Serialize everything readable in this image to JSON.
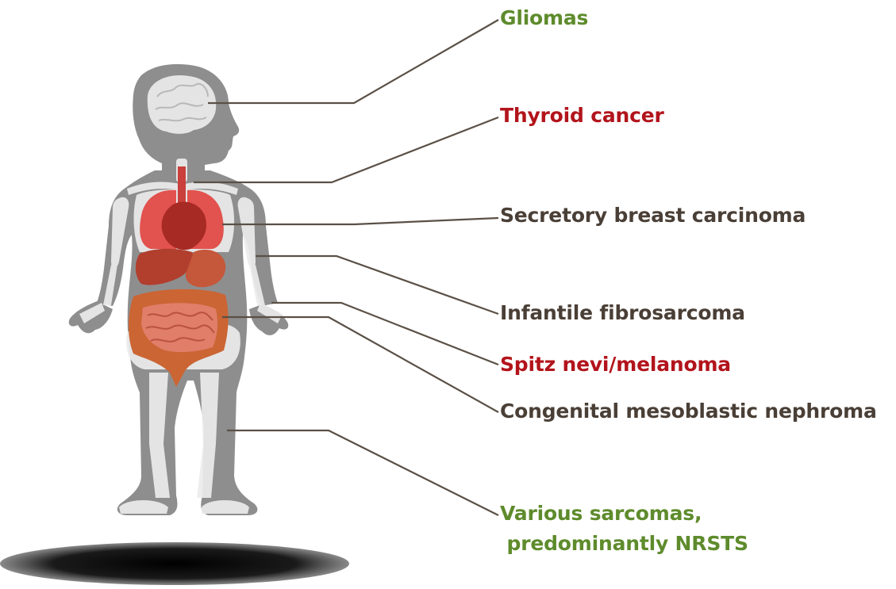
{
  "labels": {
    "gliomas": "Gliomas",
    "thyroid": "Thyroid cancer",
    "breast": "Secretory breast carcinoma",
    "fibrosarcoma": "Infantile fibrosarcoma",
    "spitz": "Spitz nevi/melanoma",
    "nephroma": "Congenital mesoblastic nephroma",
    "sarcomas_line1": "Various sarcomas,",
    "sarcomas_line2": " predominantly NRSTS"
  },
  "colors": {
    "green": "#5e8b2c",
    "red": "#b2141b",
    "dark": "#4a3f36",
    "leader": "#5a5046",
    "silhouette": "#8e8e8e",
    "skeleton": "#ececec",
    "lungs": "#e2524e",
    "heart": "#a82a25",
    "liver": "#b23e2e",
    "intestine": "#d06a3a",
    "shadow": "#141414"
  }
}
